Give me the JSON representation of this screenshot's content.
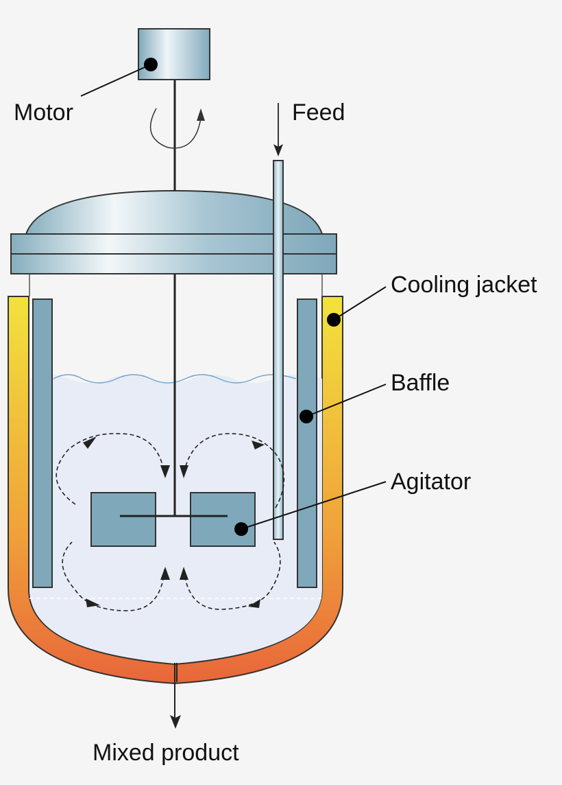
{
  "labels": {
    "motor": "Motor",
    "feed": "Feed",
    "cooling_jacket": "Cooling jacket",
    "baffle": "Baffle",
    "agitator": "Agitator",
    "mixed_product": "Mixed product"
  }
}
